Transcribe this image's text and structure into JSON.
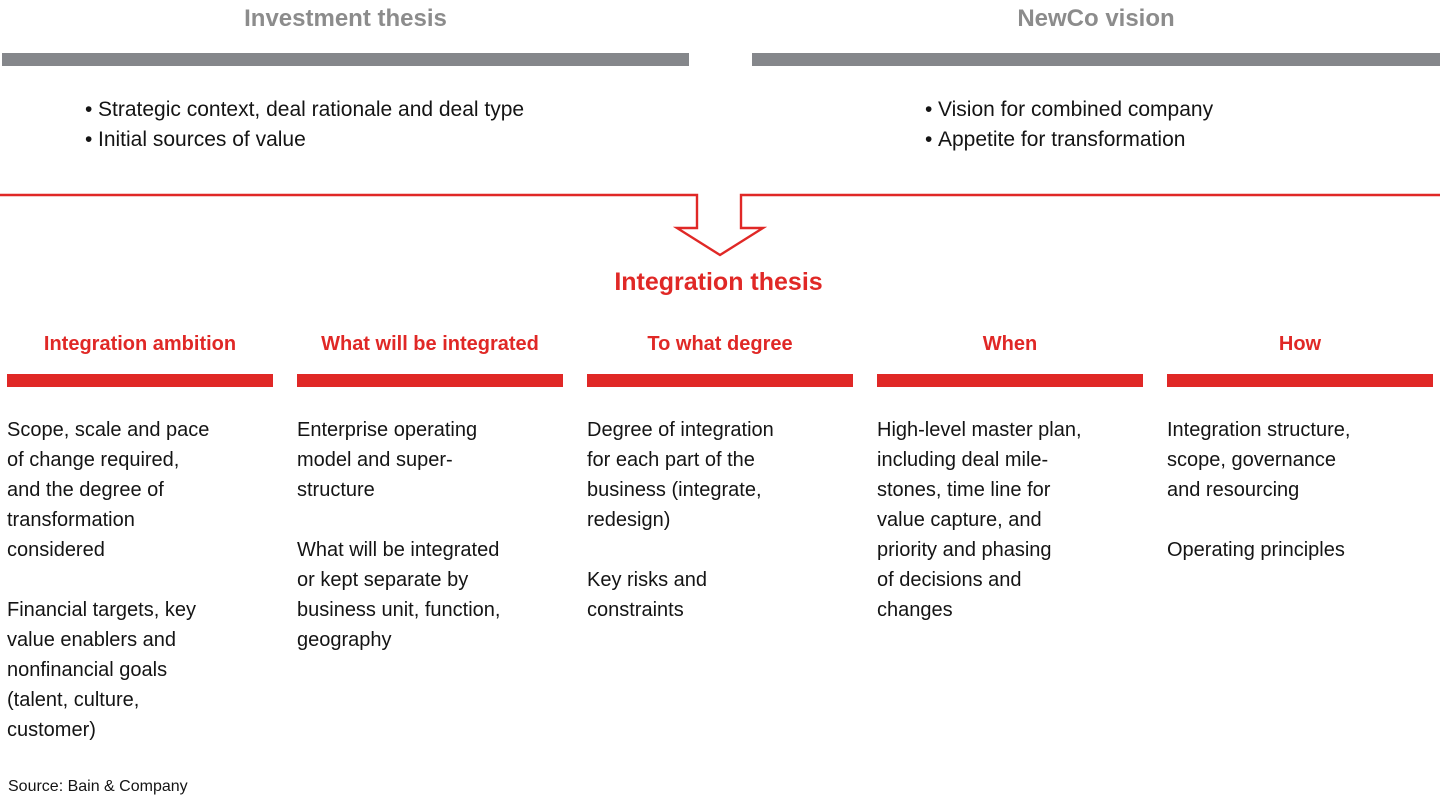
{
  "colors": {
    "red": "#e02826",
    "gray_text": "#8c8c8c",
    "gray_bar": "#85878b",
    "black": "#141414"
  },
  "bullet_char": "•",
  "top": {
    "left": {
      "title": "Investment thesis",
      "bullets": [
        "Strategic context, deal rationale and deal type",
        "Initial sources of value"
      ]
    },
    "right": {
      "title": "NewCo vision",
      "bullets": [
        "Vision for combined company",
        "Appetite for transformation"
      ]
    }
  },
  "center": {
    "title": "Integration thesis"
  },
  "columns": [
    {
      "title": "Integration ambition",
      "paragraphs": [
        "Scope, scale and pace\nof change required,\nand the degree of\ntransformation\nconsidered",
        "Financial targets, key\nvalue enablers and\nnonfinancial goals\n(talent, culture,\ncustomer)"
      ]
    },
    {
      "title": "What will be integrated",
      "paragraphs": [
        "Enterprise operating\nmodel and super-\nstructure",
        "What will be integrated\nor kept separate by\nbusiness unit, function,\ngeography"
      ]
    },
    {
      "title": "To what degree",
      "paragraphs": [
        "Degree of integration\nfor each part of the\nbusiness (integrate,\nredesign)",
        "Key risks and\nconstraints"
      ]
    },
    {
      "title": "When",
      "paragraphs": [
        "High-level master plan,\nincluding deal mile-\nstones, time line for\nvalue capture, and\npriority and phasing\nof decisions and\nchanges"
      ]
    },
    {
      "title": "How",
      "paragraphs": [
        "Integration structure,\nscope, governance\nand resourcing",
        "Operating principles"
      ]
    }
  ],
  "source": "Source: Bain & Company"
}
